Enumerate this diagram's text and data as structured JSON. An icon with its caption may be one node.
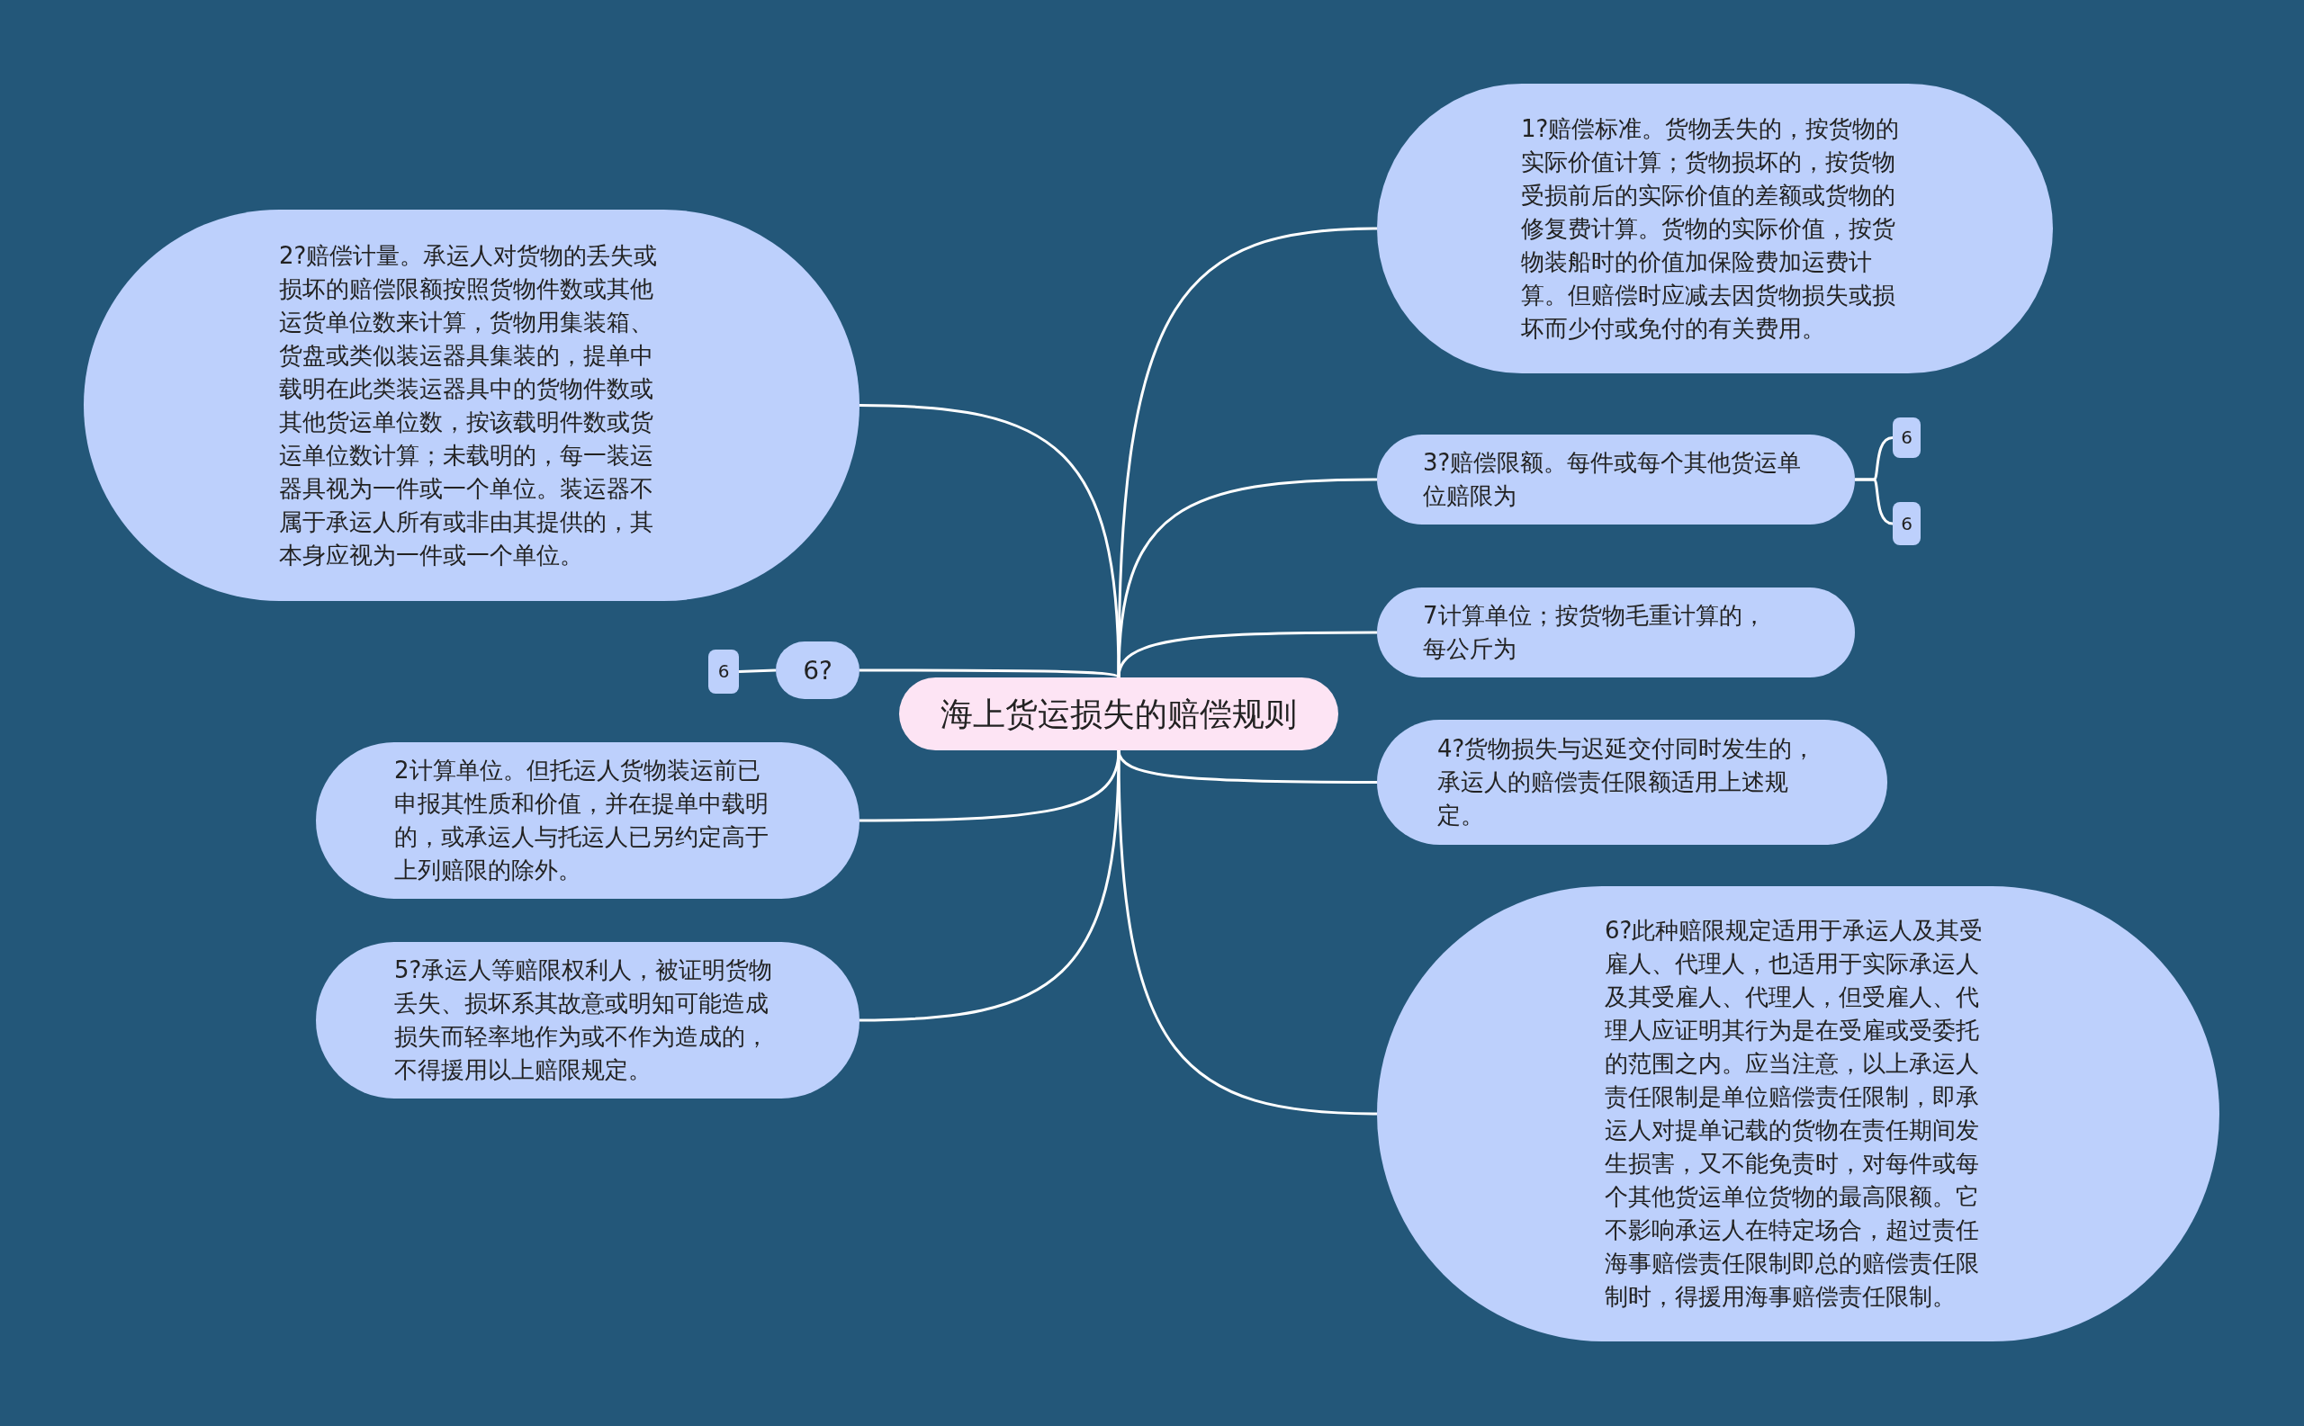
{
  "diagram": {
    "nodes": [
      {
        "text": [
          "海上货运损失的赔偿规则"
        ]
      },
      {
        "text": [
          "1?赔偿标准。货物丢失的，按货物的实际价值计算；货物损坏的，按货物受损前后的实际价值的差额或货物的修复费计算。货物的实际价值，按货物装船时的价值加保险费加运费计算。但赔偿时应减去因货物损失或损坏而少付或免付的有关费用。"
        ]
      },
      {
        "text": [
          "2?赔偿计量。承运人对货物的丢失或损坏的赔偿限额按照货物件数或其他运货单位数来计算，货物用集装箱、货盘或类似装运器具集装的，提单中载明在此类装运器具中的货物件数或其他货运单位数，按该载明件数或货运单位数计算；未载明的，每一装运器具视为一件或一个单位。装运器不属于承运人所有或非由其提供的，其本身应视为一件或一个单位。"
        ]
      },
      {
        "text": [
          "3?赔偿限额。每件或每个其他货运单位赔限为"
        ]
      },
      {
        "text": [
          "6"
        ]
      },
      {
        "text": [
          "6"
        ]
      },
      {
        "text": [
          "7计算单位；按货物毛重计算的，每公斤为"
        ]
      },
      {
        "text": [
          "6?"
        ]
      },
      {
        "text": [
          "6"
        ]
      },
      {
        "text": [
          "4?货物损失与迟延交付同时发生的，承运人的赔偿责任限额适用上述规定。"
        ]
      },
      {
        "text": [
          "2计算单位。但托运人货物装运前已申报其性质和价值，并在提单中载明的，或承运人与托运人已另约定高于上列赔限的除外。"
        ]
      },
      {
        "text": [
          "5?承运人等赔限权利人，被证明货物丢失、损坏系其故意或明知可能造成损失而轻率地作为或不作为造成的，不得援用以上赔限规定。"
        ]
      },
      {
        "text": [
          "6?此种赔限规定适用于承运人及其受雇人、代理人，也适用于实际承运人及其受雇人、代理人，但受雇人、代理人应证明其行为是在受雇或受委托的范围之内。应当注意，以上承运人责任限制是单位赔偿责任限制，即承运人对提单记载的货物在责任期间发生损害，又不能免责时，对每件或每个其他货运单位货物的最高限额。它不影响承运人在特定场合，超过责任海事赔偿责任限制即总的赔偿责任限制时，得援用海事赔偿责任限制。"
        ]
      }
    ],
    "edges": [
      {
        "from": 0,
        "to": 1,
        "arrow": "none"
      },
      {
        "from": 0,
        "to": 2,
        "arrow": "none"
      },
      {
        "from": 0,
        "to": 3,
        "arrow": "none"
      },
      {
        "from": 3,
        "to": 4,
        "arrow": "none"
      },
      {
        "from": 3,
        "to": 5,
        "arrow": "none"
      },
      {
        "from": 0,
        "to": 6,
        "arrow": "none"
      },
      {
        "from": 0,
        "to": 7,
        "arrow": "none"
      },
      {
        "from": 7,
        "to": 8,
        "arrow": "none"
      },
      {
        "from": 0,
        "to": 9,
        "arrow": "none"
      },
      {
        "from": 0,
        "to": 10,
        "arrow": "none"
      },
      {
        "from": 0,
        "to": 11,
        "arrow": "none"
      },
      {
        "from": 0,
        "to": 12,
        "arrow": "none"
      }
    ]
  }
}
